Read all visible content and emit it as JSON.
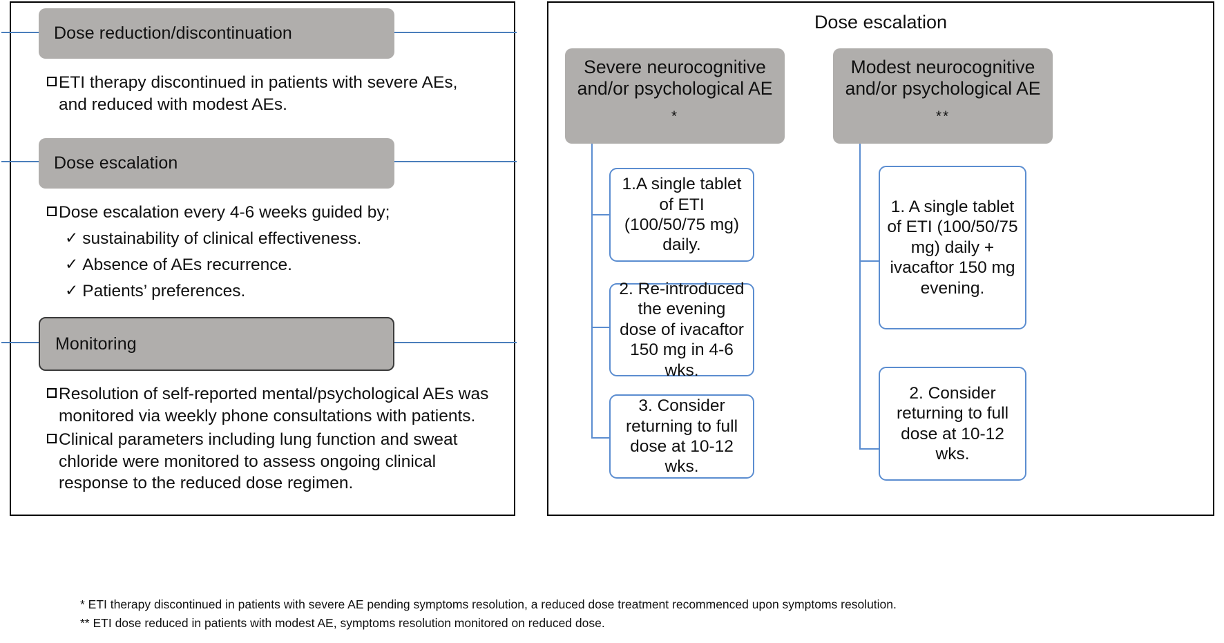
{
  "left_panel": {
    "sections": [
      {
        "header": "Dose reduction/discontinuation",
        "bullets": [
          {
            "marker": "square",
            "text": "ETI therapy discontinued in patients with severe AEs, and reduced with modest AEs."
          }
        ]
      },
      {
        "header": "Dose escalation",
        "bullets": [
          {
            "marker": "square",
            "text": "Dose escalation every 4-6 weeks guided by;"
          },
          {
            "marker": "check",
            "text": "sustainability of clinical effectiveness."
          },
          {
            "marker": "check",
            "text": "Absence of AEs recurrence."
          },
          {
            "marker": "check",
            "text": "Patients’ preferences."
          }
        ]
      },
      {
        "header": "Monitoring",
        "bullets": [
          {
            "marker": "square",
            "text": "Resolution of self-reported  mental/psychological AEs was monitored via weekly phone consultations with patients."
          },
          {
            "marker": "square",
            "text": "Clinical parameters including lung function and sweat chloride were monitored to assess ongoing clinical response to the reduced dose regimen."
          }
        ]
      }
    ]
  },
  "right_panel": {
    "title": "Dose escalation",
    "columns": [
      {
        "header": "Severe neurocognitive and/or psychological AE",
        "footnote_marker": "*",
        "steps": [
          "1.A single tablet of ETI (100/50/75 mg) daily.",
          "2. Re-introduced the evening dose of ivacaftor 150 mg in 4-6 wks.",
          "3. Consider returning to full dose at 10-12 wks."
        ]
      },
      {
        "header": "Modest neurocognitive and/or psychological AE",
        "footnote_marker": "**",
        "steps": [
          "1. A single tablet of ETI (100/50/75 mg) daily + ivacaftor 150 mg evening.",
          "2. Consider returning to full dose at 10-12 wks."
        ]
      }
    ]
  },
  "footnotes": [
    "* ETI therapy discontinued in patients with severe AE pending symptoms resolution, a reduced dose treatment recommenced upon symptoms resolution.",
    "** ETI dose reduced in patients with modest AE, symptoms resolution monitored  on reduced dose."
  ],
  "colors": {
    "header_fill": "#b0aeac",
    "connector_blue": "#5b8dd0",
    "rule_blue": "#4a7ebb",
    "panel_border": "#000000"
  }
}
